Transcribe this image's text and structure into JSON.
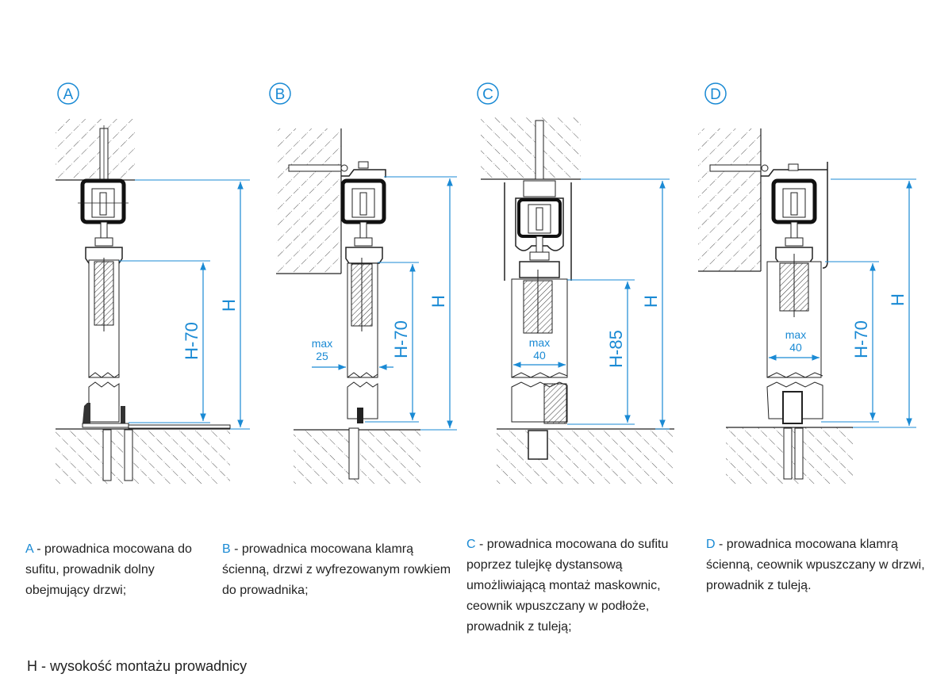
{
  "colors": {
    "accent": "#1a8ad4",
    "line": "#222222",
    "hatch": "#555555",
    "text": "#222222"
  },
  "variants": [
    {
      "id": "A",
      "badge": "A",
      "mount": "ceiling",
      "dims": {
        "total": "H",
        "partial": "H-70",
        "width_label_1": "",
        "width_label_2": ""
      },
      "caption_letter": "A",
      "caption_text": " - prowadnica mocowana do sufitu, prowadnik dolny obejmujący drzwi;"
    },
    {
      "id": "B",
      "badge": "B",
      "mount": "wall",
      "dims": {
        "total": "H",
        "partial": "H-70",
        "width_label_1": "max",
        "width_label_2": "25"
      },
      "caption_letter": "B",
      "caption_text": " - prowadnica mocowana klamrą ścienną, drzwi z wyfrezowanym rowkiem do prowadnika;"
    },
    {
      "id": "C",
      "badge": "C",
      "mount": "ceiling-spacer",
      "dims": {
        "total": "H",
        "partial": "H-85",
        "width_label_1": "max",
        "width_label_2": "40"
      },
      "caption_letter": "C",
      "caption_text": " - prowadnica mocowana do sufitu poprzez tulejkę dystansową umożliwiającą montaż maskownic, ceownik wpuszczany w podłoże, prowadnik z tuleją;"
    },
    {
      "id": "D",
      "badge": "D",
      "mount": "wall-channel",
      "dims": {
        "total": "H",
        "partial": "H-70",
        "width_label_1": "max",
        "width_label_2": "40"
      },
      "caption_letter": "D",
      "caption_text": " - prowadnica mocowana klamrą ścienną, ceownik wpuszczany w drzwi, prowadnik z tuleją."
    }
  ],
  "footnote": "H - wysokość montażu prowadnicy"
}
